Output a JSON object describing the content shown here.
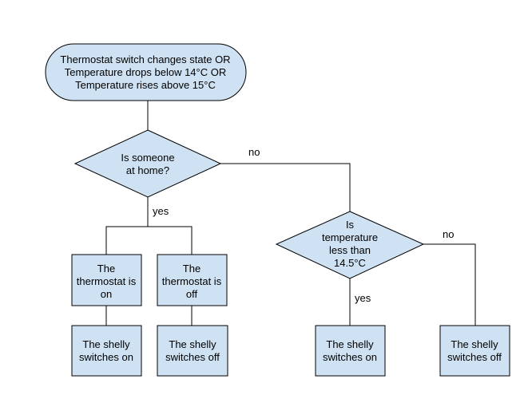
{
  "start": {
    "line1": "Thermostat switch changes state OR",
    "line2": "Temperature drops below 14°C OR",
    "line3": "Temperature rises above 15°C"
  },
  "decision_home": {
    "line1": "Is someone",
    "line2": "at home?"
  },
  "decision_temp": {
    "line1": "Is",
    "line2": "temperature",
    "line3": "less than",
    "line4": "14.5°C"
  },
  "thermostat_on": {
    "line1": "The",
    "line2": "thermostat is",
    "line3": "on"
  },
  "thermostat_off": {
    "line1": "The",
    "line2": "thermostat is",
    "line3": "off"
  },
  "outcome_1": {
    "line1": "The shelly",
    "line2": "switches on"
  },
  "outcome_2": {
    "line1": "The shelly",
    "line2": "switches off"
  },
  "outcome_3": {
    "line1": "The shelly",
    "line2": "switches on"
  },
  "outcome_4": {
    "line1": "The shelly",
    "line2": "switches off"
  },
  "edge_labels": {
    "home_no": "no",
    "home_yes": "yes",
    "temp_yes": "yes",
    "temp_no": "no"
  },
  "colors": {
    "node_fill": "#cfe2f3",
    "stroke": "#000000"
  }
}
